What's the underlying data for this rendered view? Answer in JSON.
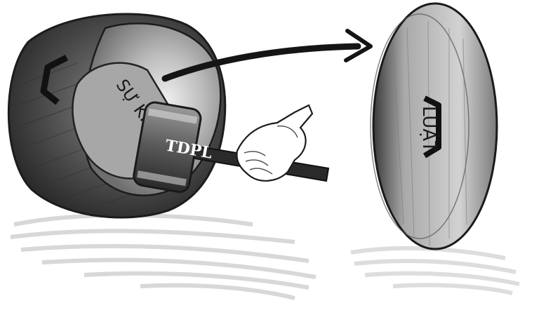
{
  "illustration": {
    "labels": {
      "event": "SỰ KIỆN",
      "law": "LUẬT",
      "hammer": "TDPL"
    },
    "colors": {
      "paper": "#ffffff",
      "pencil_dark": "#2a2a2a",
      "pencil_mid": "#6b6b6b",
      "pencil_light": "#b5b5b5"
    }
  }
}
